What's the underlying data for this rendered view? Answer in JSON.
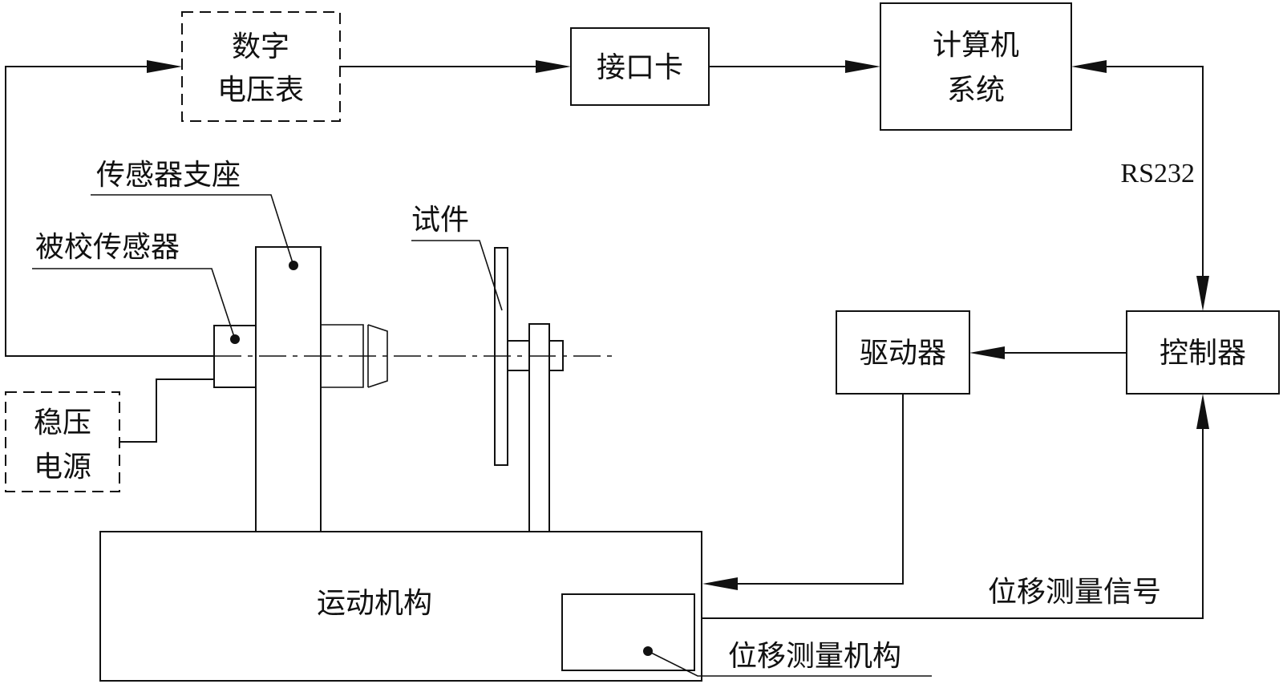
{
  "diagram": {
    "blocks": {
      "voltmeter": [
        "数字",
        "电压表"
      ],
      "interface_card": "接口卡",
      "computer": [
        "计算机",
        "系统"
      ],
      "controller": "控制器",
      "driver": "驱动器",
      "power_supply": [
        "稳压",
        "电源"
      ],
      "motion_mechanism": "运动机构"
    },
    "callouts": {
      "sensor_mount": "传感器支座",
      "sensor_under_test": "被校传感器",
      "specimen": "试件",
      "displacement_mechanism": "位移测量机构"
    },
    "signals": {
      "rs232": "RS232",
      "displacement_signal": "位移测量信号"
    }
  }
}
